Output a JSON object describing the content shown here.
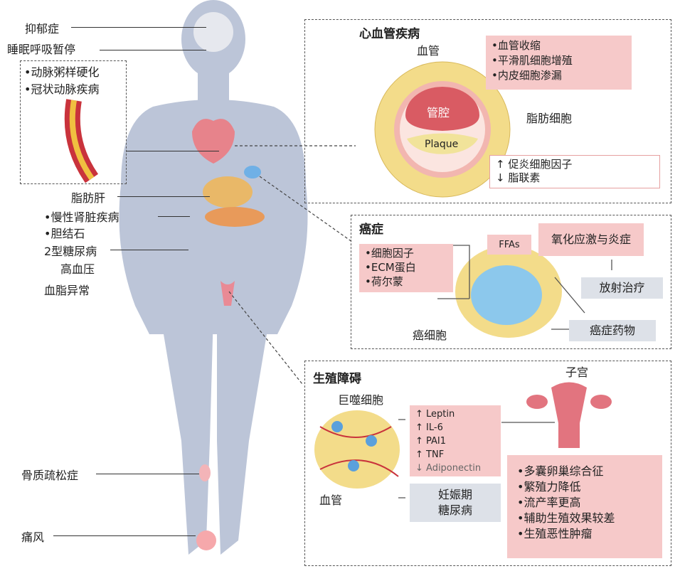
{
  "left_labels": {
    "depression": "抑郁症",
    "sleep_apnea": "睡眠呼吸暂停",
    "fatty_liver": "脂肪肝",
    "ckd": "•慢性肾脏疾病",
    "gallstone": "•胆结石",
    "t2d": "2型糖尿病",
    "hypertension": "高血压",
    "dyslipidemia": "血脂异常",
    "osteoporosis": "骨质疏松症",
    "gout": "痛风"
  },
  "inset": {
    "items": [
      "•动脉粥样硬化",
      "•冠状动脉疾病"
    ]
  },
  "cardio": {
    "title": "心血管疾病",
    "vessel": "血管",
    "lumen": "管腔",
    "plaque": "Plaque",
    "adipocyte": "脂肪细胞",
    "effects": [
      "•血管收缩",
      "•平滑肌细胞增殖",
      "•内皮细胞渗漏"
    ],
    "factors": [
      "↑ 促炎细胞因子",
      "↓ 脂联素"
    ]
  },
  "cancer": {
    "title": "癌症",
    "items": [
      "•细胞因子",
      "•ECM蛋白",
      "•荷尔蒙"
    ],
    "ffas": "FFAs",
    "stress": "氧化应激与炎症",
    "radiation": "放射治疗",
    "drugs": "癌症药物",
    "cancer_cell": "癌细胞"
  },
  "repro": {
    "title": "生殖障碍",
    "macrophage": "巨噬细胞",
    "vessel": "血管",
    "uterus": "子宫",
    "markers": [
      "↑ Leptin",
      "↑ IL-6",
      "↑ PAI1",
      "↑ TNF",
      "↓ Adiponectin"
    ],
    "gestational": [
      "妊娠期",
      "糖尿病"
    ],
    "outcomes": [
      "•多囊卵巢综合征",
      "•繁殖力降低",
      "•流产率更高",
      "•辅助生殖效果较差",
      "•生殖恶性肿瘤"
    ]
  },
  "colors": {
    "body": "#bcc5d8",
    "pink": "#f6c9c9",
    "fat": "#f3dc8a",
    "cancer": "#8cc8ec"
  }
}
